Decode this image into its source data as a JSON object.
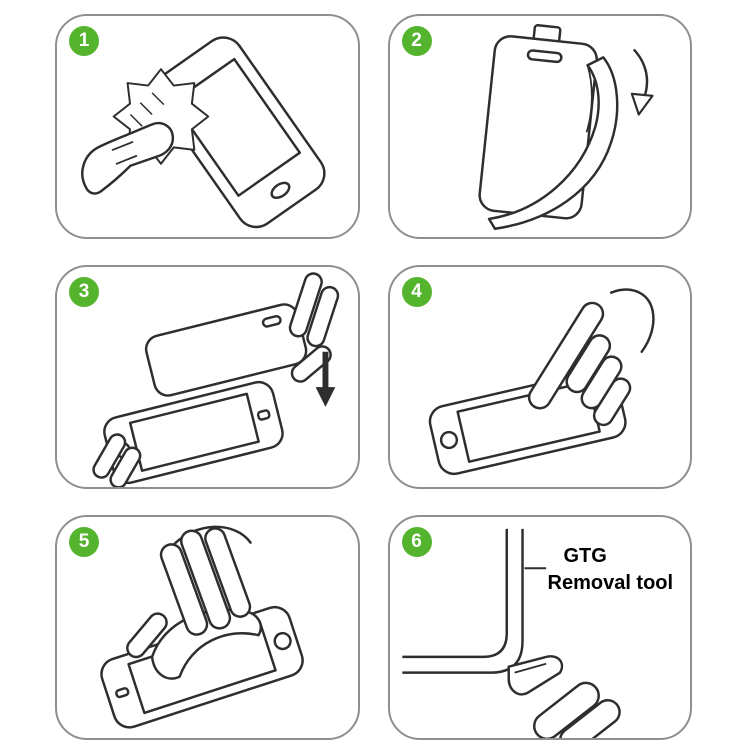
{
  "colors": {
    "background": "#ffffff",
    "panel_border": "#8f8f8f",
    "badge_green": "#55b42e",
    "line": "#2e2e2e",
    "label_text": "#000000"
  },
  "steps": [
    {
      "number": "1",
      "illustration": "wipe-screen-with-cloth"
    },
    {
      "number": "2",
      "illustration": "peel-protective-film"
    },
    {
      "number": "3",
      "illustration": "align-protector-over-phone"
    },
    {
      "number": "4",
      "illustration": "press-finger-on-screen"
    },
    {
      "number": "5",
      "illustration": "smooth-out-surface"
    },
    {
      "number": "6",
      "illustration": "use-removal-tool",
      "label_line1": "GTG",
      "label_line2": "Removal tool"
    }
  ]
}
